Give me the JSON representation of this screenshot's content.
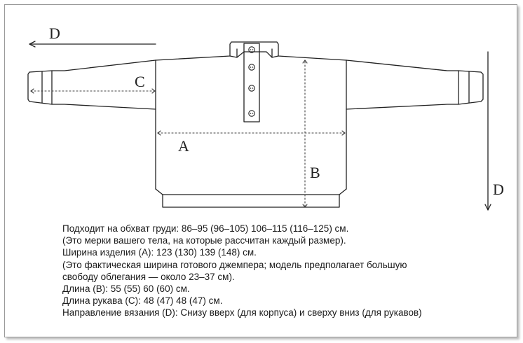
{
  "diagram": {
    "labels": {
      "a": "A",
      "b": "B",
      "c": "C",
      "d_top": "D",
      "d_right": "D"
    },
    "colors": {
      "outline": "#222222",
      "dotted": "#444444"
    }
  },
  "notes": {
    "lines": [
      "Подходит на обхват груди: 86–95 (96–105) 106–115 (116–125) см.",
      "(Это мерки вашего тела, на которые рассчитан каждый размер).",
      "Ширина изделия (A): 123 (130) 139 (148) см.",
      "(Это фактическая ширина готового джемпера; модель предполагает большую",
      "свободу облегания — около 23–37 см).",
      "Длина (B): 55 (55) 60 (60) см.",
      "Длина рукава (C): 48 (47) 48 (47) см.",
      "Направление вязания (D): Снизу вверх (для корпуса) и сверху вниз (для рукавов)"
    ]
  }
}
